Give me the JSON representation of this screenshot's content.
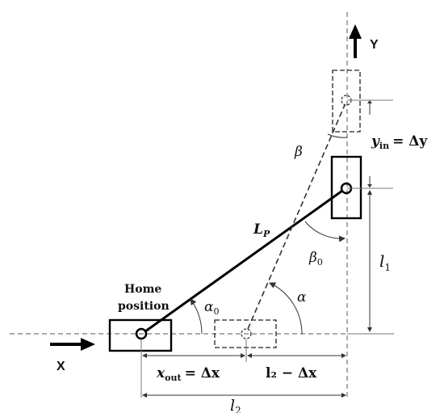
{
  "labels": {
    "y_axis": "Y",
    "x_axis": "X",
    "home_position_1": "Home",
    "home_position_2": "position",
    "link_length": "L",
    "link_length_sub": "P",
    "y_in": "y",
    "y_in_sub": "in",
    "y_in_eq": "= Δy",
    "x_out": "x",
    "x_out_sub": "out",
    "x_out_eq": "= Δx",
    "l2_minus_dx": "l₂ − Δx",
    "l1": "l",
    "l1_sub": "1",
    "l2": "l",
    "l2_sub": "2",
    "alpha0": "α",
    "alpha0_sub": "0",
    "alpha": "α",
    "beta": "β",
    "beta0": "β",
    "beta0_sub": "0"
  },
  "colors": {
    "line": "#111111",
    "dashed": "#444444",
    "guide": "#888888"
  }
}
